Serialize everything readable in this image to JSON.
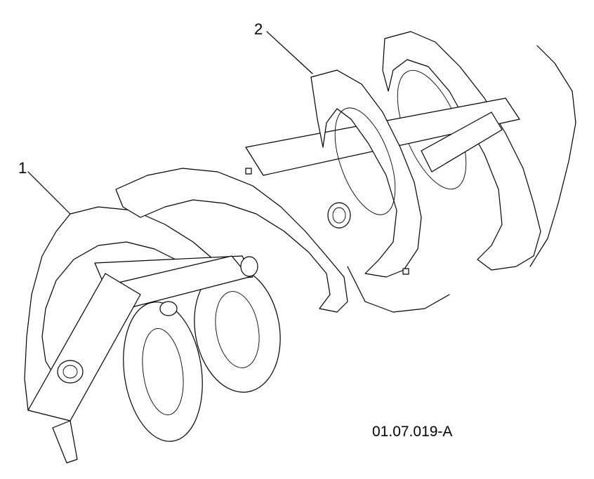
{
  "callouts": [
    {
      "label": "1"
    },
    {
      "label": "2"
    }
  ],
  "drawing_ref": "01.07.019-A"
}
